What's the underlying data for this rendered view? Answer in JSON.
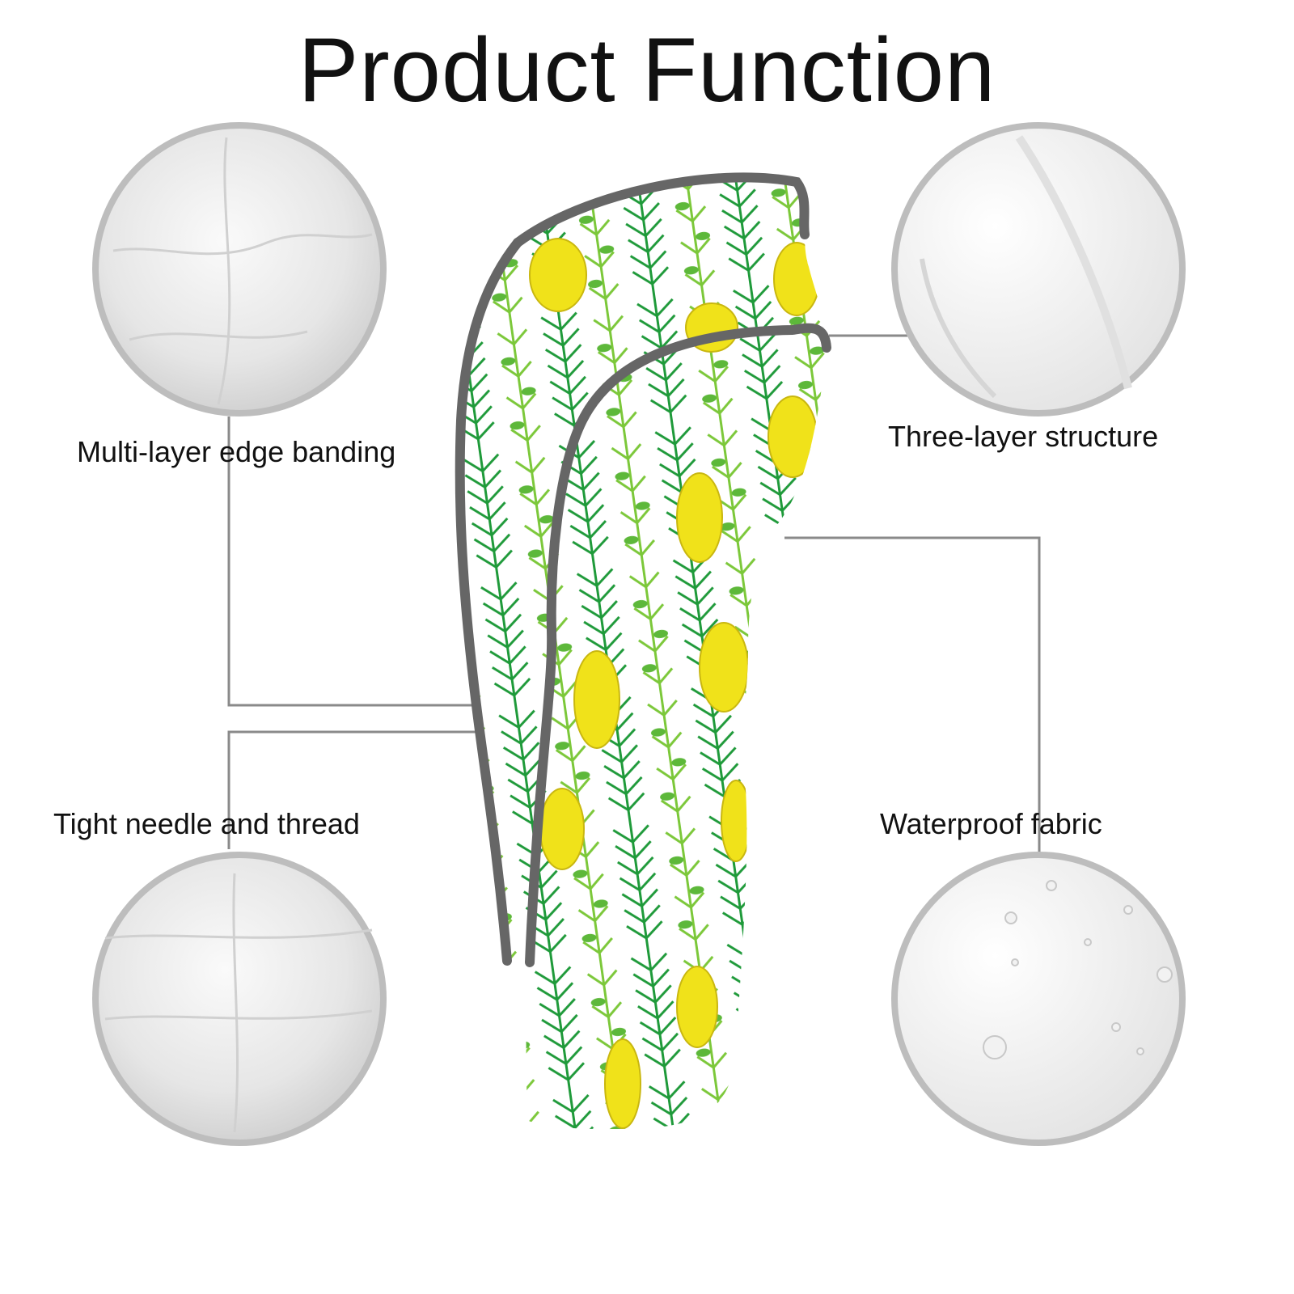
{
  "title": "Product Function",
  "features": [
    {
      "label": "Multi-layer edge banding"
    },
    {
      "label": "Three-layer structure"
    },
    {
      "label": "Tight needle and thread"
    },
    {
      "label": "Waterproof fabric"
    }
  ],
  "colors": {
    "circle_border": "#bdbdbd",
    "connector": "#8a8a8a",
    "piping": "#666666",
    "leaf_dark": "#1f9a3a",
    "leaf_light": "#7cc83a",
    "fruit": "#f0e21a"
  }
}
